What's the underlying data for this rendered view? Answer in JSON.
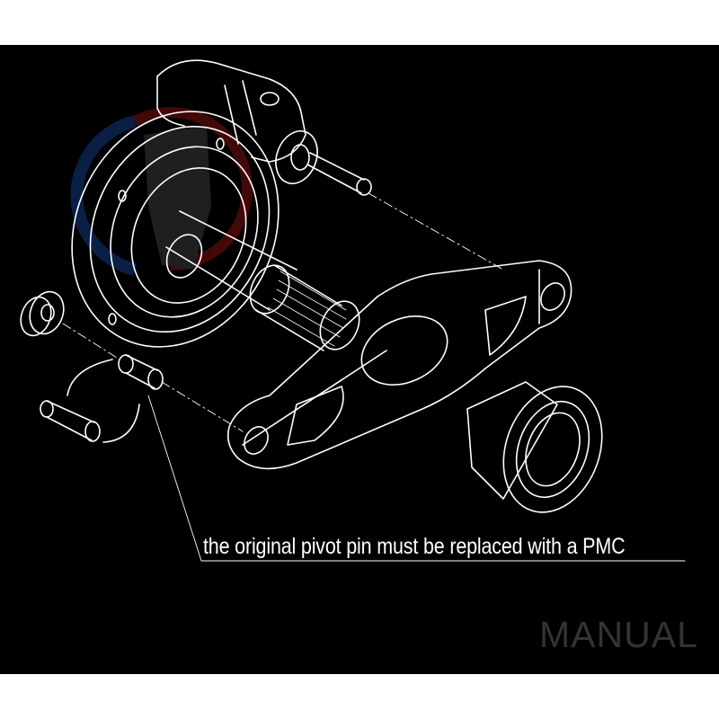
{
  "annotation": {
    "text": "the original pivot pin must be replaced with a PMC"
  },
  "brand": {
    "text": "MANUAL"
  },
  "colors": {
    "background": "#000000",
    "lines": "#ffffff",
    "brand_text": "#333333",
    "watermark_red": "#5a0b0b",
    "watermark_blue": "#0e2a5c"
  },
  "watermark": {
    "type": "logo",
    "description_icon": "gear-with-piston-logo"
  }
}
